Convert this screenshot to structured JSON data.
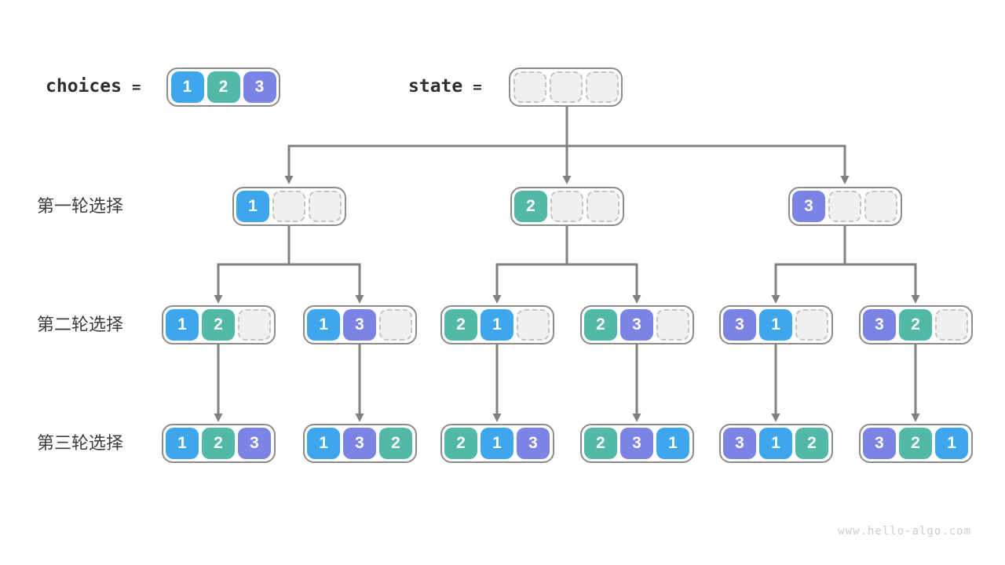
{
  "legend": {
    "choices_label": "choices",
    "equals_sign": "=",
    "choices_cells": [
      "1",
      "2",
      "3"
    ],
    "state_label": "state",
    "state_cells": [
      null,
      null,
      null
    ]
  },
  "rows": [
    {
      "label": "第一轮选择",
      "boxes": [
        [
          "1",
          null,
          null
        ],
        [
          "2",
          null,
          null
        ],
        [
          "3",
          null,
          null
        ]
      ]
    },
    {
      "label": "第二轮选择",
      "boxes": [
        [
          "1",
          "2",
          null
        ],
        [
          "1",
          "3",
          null
        ],
        [
          "2",
          "1",
          null
        ],
        [
          "2",
          "3",
          null
        ],
        [
          "3",
          "1",
          null
        ],
        [
          "3",
          "2",
          null
        ]
      ]
    },
    {
      "label": "第三轮选择",
      "boxes": [
        [
          "1",
          "2",
          "3"
        ],
        [
          "1",
          "3",
          "2"
        ],
        [
          "2",
          "1",
          "3"
        ],
        [
          "2",
          "3",
          "1"
        ],
        [
          "3",
          "1",
          "2"
        ],
        [
          "3",
          "2",
          "1"
        ]
      ]
    }
  ],
  "colors": {
    "cell_1": "#3da6ec",
    "cell_2": "#51b9a6",
    "cell_3": "#7b83e4",
    "box_border": "#8c8c8c",
    "empty_fill": "#f0f0f0",
    "empty_border": "#c4c4c4",
    "arrow": "#808080",
    "label_text": "#3c3c3c",
    "mono_text": "#2e2e2e",
    "watermark": "#cccccc"
  },
  "watermark": "www.hello-algo.com"
}
